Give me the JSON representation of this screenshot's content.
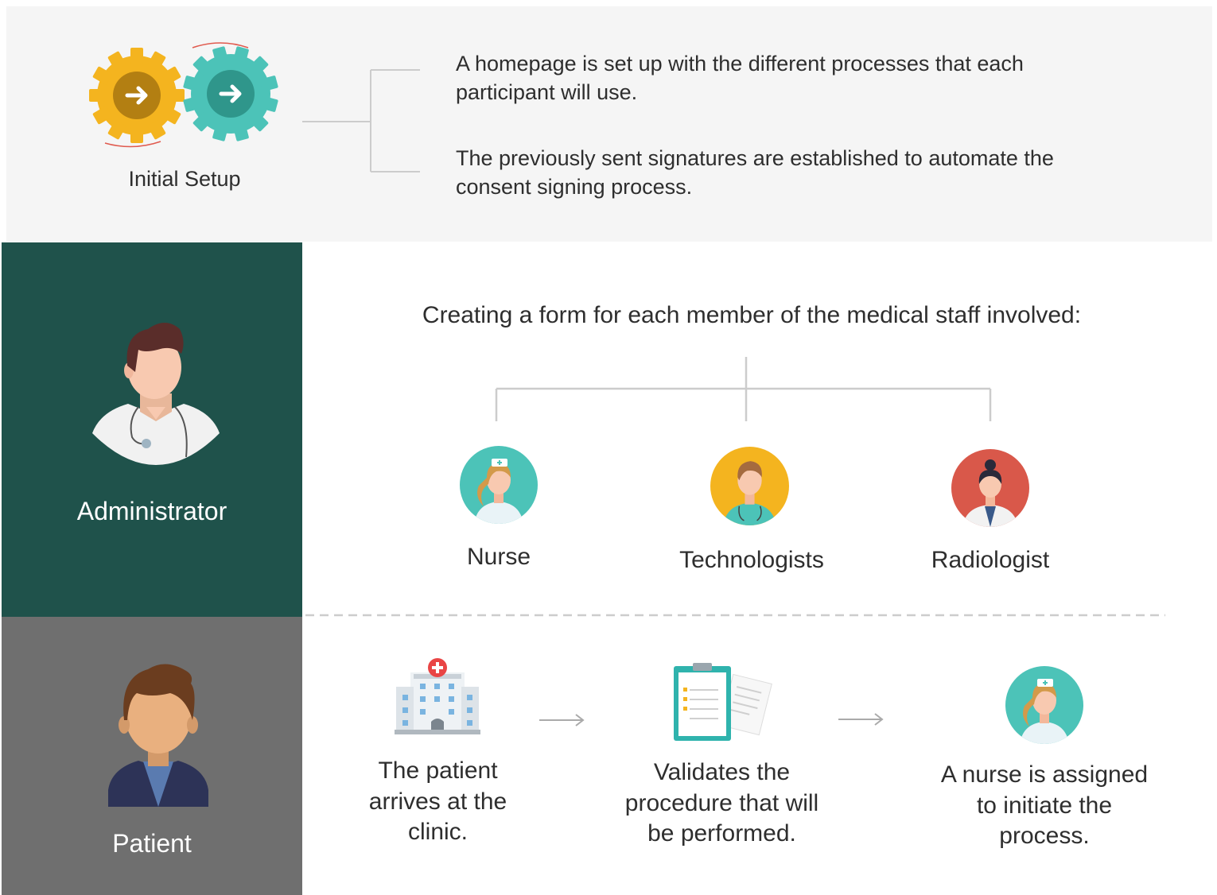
{
  "setup": {
    "title": "Initial Setup",
    "points": [
      "A homepage is set up with the different processes that each participant will use.",
      "The previously sent signatures are established to automate the consent signing process."
    ]
  },
  "administrator": {
    "role": "Administrator",
    "heading": "Creating a form for each member of the medical staff involved:",
    "staff": [
      "Nurse",
      "Technologists",
      "Radiologist"
    ]
  },
  "patient": {
    "role": "Patient",
    "steps": [
      "The patient arrives at the clinic.",
      "Validates the procedure that will be performed.",
      "A nurse is assigned to initiate the process."
    ]
  },
  "colors": {
    "admin_band": "#1f524b",
    "patient_band": "#6f6f6f",
    "top_band": "#f5f5f5",
    "gear_yellow": "#f4b41f",
    "gear_teal": "#4cc3b8",
    "radiologist_red": "#d9584a"
  },
  "icons": [
    "gears-icon",
    "admin-avatar-icon",
    "nurse-avatar-icon",
    "technologist-avatar-icon",
    "radiologist-avatar-icon",
    "patient-avatar-icon",
    "hospital-icon",
    "clipboard-icon",
    "arrow-right-icon"
  ]
}
